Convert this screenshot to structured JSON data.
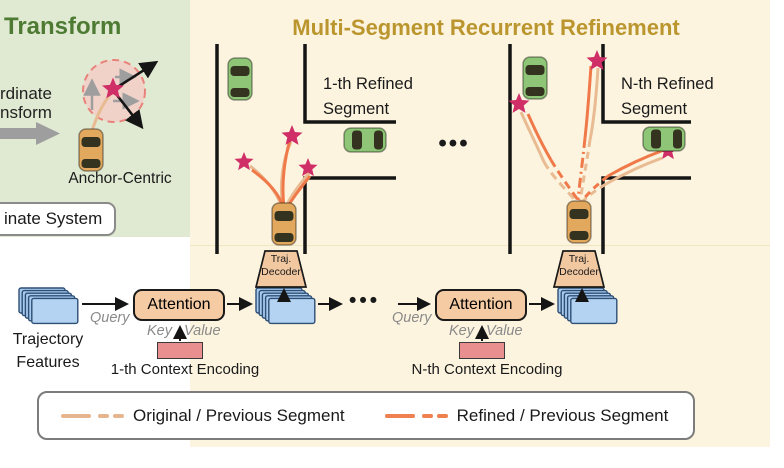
{
  "colors": {
    "cream_bg": "#fcf4df",
    "green_panel_bg": "#e0e9d2",
    "title_gold": "#bb962e",
    "title_green": "#4e7b33",
    "orange_refined": "#ef8150",
    "tan_original": "#e6b58e",
    "star_pink": "#cf2e67",
    "attention_fill": "#f4cba3",
    "context_fill": "#e98f90",
    "feature_blue": "#a6c9ee"
  },
  "left_panel": {
    "title": "Transform",
    "cut_line1": "rdinate",
    "cut_line2": "nsform",
    "anchor_label": "Anchor-Centric",
    "coord_box": "inate System"
  },
  "main": {
    "title": "Multi-Segment Recurrent Refinement",
    "scene1_label": "1-th Refined Segment",
    "scene2_label": "N-th Refined Segment",
    "scene_ellipsis": "•••"
  },
  "pipeline": {
    "features_label": "Trajectory Features",
    "attention1": "Attention",
    "attention2": "Attention",
    "query1": "Query",
    "key1": "Key",
    "value1": "Value",
    "query2": "Query",
    "key2": "Key",
    "value2": "Value",
    "context1": "1-th Context Encoding",
    "context2": "N-th Context Encoding",
    "decoder1_line1": "Traj.",
    "decoder1_line2": "Decoder",
    "decoder2_line1": "Traj.",
    "decoder2_line2": "Decoder",
    "ellipsis": "•••"
  },
  "legend": {
    "original_label": "Original / Previous Segment",
    "refined_label": "Refined / Previous Segment"
  }
}
